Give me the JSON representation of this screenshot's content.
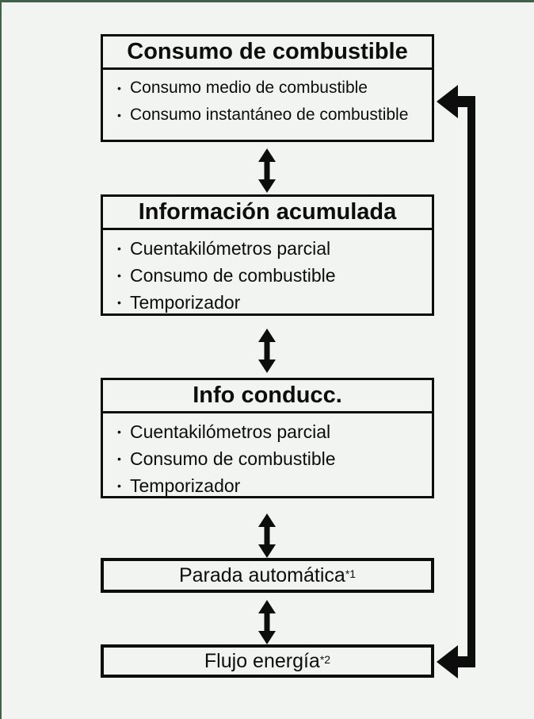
{
  "diagram": {
    "bullet_char": "•",
    "boxes": [
      {
        "title": "Consumo de combustible",
        "items": [
          "Consumo medio de combustible",
          "Consumo instantáneo de combustible"
        ]
      },
      {
        "title": "Información acumulada",
        "items": [
          "Cuentakilómetros parcial",
          "Consumo de combustible",
          "Temporizador"
        ]
      },
      {
        "title": "Info conducc.",
        "items": [
          "Cuentakilómetros parcial",
          "Consumo de combustible",
          "Temporizador"
        ]
      },
      {
        "label": "Parada automática",
        "footnote_mark": "*1"
      },
      {
        "label": "Flujo energía",
        "footnote_mark": "*2"
      }
    ]
  },
  "colors": {
    "background": "#f2f4f2",
    "diagram_black": "#0d0d0d",
    "edge_green": "#40624a"
  }
}
